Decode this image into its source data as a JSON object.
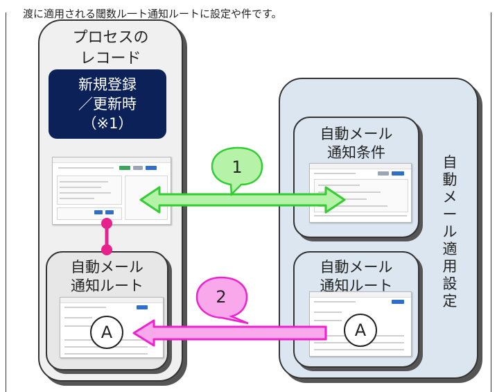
{
  "header_text": "渡に適用される閾数ル一ト通知ルートに設定や件です。",
  "process_record": {
    "title_line1": "プロセスの",
    "title_line2": "レコード",
    "trigger_line1": "新規登録",
    "trigger_line2": "／更新時",
    "trigger_line3": "（※1）",
    "route_line1": "自動メール",
    "route_line2": "通知ルート",
    "marker": "A"
  },
  "auto_mail_settings": {
    "vertical_title": [
      "自",
      "動",
      "メ",
      "ー",
      "ル",
      "適",
      "用",
      "設",
      "定"
    ],
    "condition_line1": "自動メール",
    "condition_line2": "通知条件",
    "route_line1": "自動メール",
    "route_line2": "通知ルート",
    "marker": "A"
  },
  "arrows": [
    {
      "label": "1",
      "color": "#33cc33",
      "fill": "#b6f2a8",
      "direction": "both"
    },
    {
      "label": "2",
      "color": "#ee22cc",
      "fill": "#f9a8ec",
      "direction": "left"
    }
  ],
  "connector_color": "#e6228c"
}
